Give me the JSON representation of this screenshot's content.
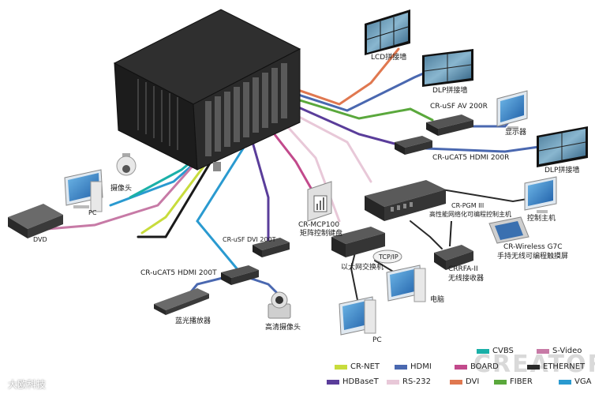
{
  "labels": {
    "lcd_wall": "LCD拼接墙",
    "dlp_wall_top": "DLP拼接墙",
    "av200r": "CR-uSF AV 200R",
    "display": "显示器",
    "hdmi200r": "CR-uCAT5 HDMI 200R",
    "dlp_wall_right": "DLP拼接墙",
    "camera": "摄像头",
    "pc_left": "PC",
    "dvd": "DVD",
    "mcp100_model": "CR-MCP100",
    "mcp100_name": "矩阵控制键盘",
    "pgm_model": "CR-PGM III",
    "pgm_name": "高性能网络化可编程控制主机",
    "control_host": "控制主机",
    "g7c_model": "CR-Wireless G7C",
    "g7c_name": "手持无线可编程触摸屏",
    "dvi200t": "CR-uSF DVI 200T",
    "tcpip": "TCP/IP",
    "switch": "以太网交换机",
    "crrfa_model": "CRRFA-II",
    "crrfa_name": "无线接收器",
    "hdmi200t": "CR-uCAT5 HDMI 200T",
    "hd_camera": "高清摄像头",
    "computer": "电脑",
    "bluray": "蓝光播放器",
    "pc_bottom": "PC"
  },
  "legend": [
    {
      "label": "CVBS",
      "color": "#1ab0a8"
    },
    {
      "label": "S-Video",
      "color": "#c77aa6"
    },
    {
      "label": "CR-NET",
      "color": "#c8dc3c"
    },
    {
      "label": "HDMI",
      "color": "#4a68b0"
    },
    {
      "label": "BOARD",
      "color": "#c24a8c"
    },
    {
      "label": "ETHERNET",
      "color": "#2a2a2a"
    },
    {
      "label": "HDBaseT",
      "color": "#5a3d9a"
    },
    {
      "label": "RS-232",
      "color": "#e8c8d8"
    },
    {
      "label": "DVI",
      "color": "#e07850"
    },
    {
      "label": "FIBER",
      "color": "#5aa83c"
    },
    {
      "label": "VGA",
      "color": "#2a9ad0"
    }
  ],
  "watermark": "CREATOR",
  "watermark_logo": "大欧科技"
}
